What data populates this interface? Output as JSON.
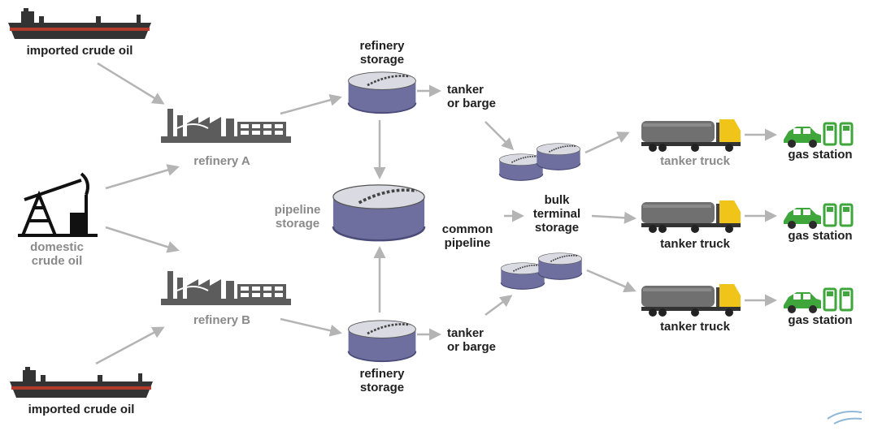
{
  "labels": {
    "imported_crude_top": "imported crude oil",
    "imported_crude_bottom": "imported crude oil",
    "domestic_crude_line1": "domestic",
    "domestic_crude_line2": "crude oil",
    "refinery_a": "refinery A",
    "refinery_b": "refinery B",
    "refinery_storage_top_line1": "refinery",
    "refinery_storage_top_line2": "storage",
    "refinery_storage_bottom_line1": "refinery",
    "refinery_storage_bottom_line2": "storage",
    "pipeline_storage_line1": "pipeline",
    "pipeline_storage_line2": "storage",
    "tanker_barge_top_line1": "tanker",
    "tanker_barge_top_line2": "or barge",
    "tanker_barge_bottom_line1": "tanker",
    "tanker_barge_bottom_line2": "or barge",
    "common_pipeline_line1": "common",
    "common_pipeline_line2": "pipeline",
    "bulk_terminal_line1": "bulk",
    "bulk_terminal_line2": "terminal",
    "bulk_terminal_line3": "storage",
    "tanker_truck_1": "tanker truck",
    "tanker_truck_2": "tanker truck",
    "tanker_truck_3": "tanker truck",
    "gas_station_1": "gas station",
    "gas_station_2": "gas station",
    "gas_station_3": "gas station"
  },
  "colors": {
    "arrow": "#b4b4b4",
    "tank_body": "#6e6f9e",
    "tank_top": "#d9dae2",
    "factory": "#5c5c5c",
    "ship_hull": "#333333",
    "ship_stripe": "#b23a2a",
    "truck_tank": "#707070",
    "truck_cab": "#f0c419",
    "car": "#3ea63a",
    "label_text": "#1f1f1f",
    "label_grey": "#8a8a8a"
  }
}
